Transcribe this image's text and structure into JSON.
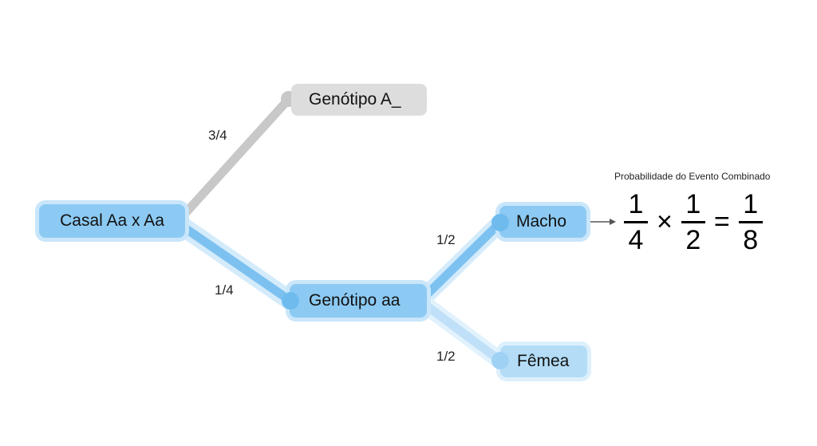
{
  "nodes": {
    "casal": "Casal Aa x Aa",
    "genotipo_dominante": "Genótipo A_",
    "genotipo_recessivo": "Genótipo aa",
    "macho": "Macho",
    "femea": "Fêmea"
  },
  "edge_labels": {
    "casal_to_dominante": "3/4",
    "casal_to_recessivo": "1/4",
    "recessivo_to_macho": "1/2",
    "recessivo_to_femea": "1/2"
  },
  "combined": {
    "title": "Probabilidade do Evento Combinado",
    "frac1": {
      "num": "1",
      "den": "4"
    },
    "times": "×",
    "frac2": {
      "num": "1",
      "den": "2"
    },
    "equals": "=",
    "result": {
      "num": "1",
      "den": "8"
    }
  },
  "colors": {
    "highlight_blue": "#8ccaf3",
    "highlight_glow": "#c9e6fa",
    "inactive_gray": "#c8c8c8"
  }
}
